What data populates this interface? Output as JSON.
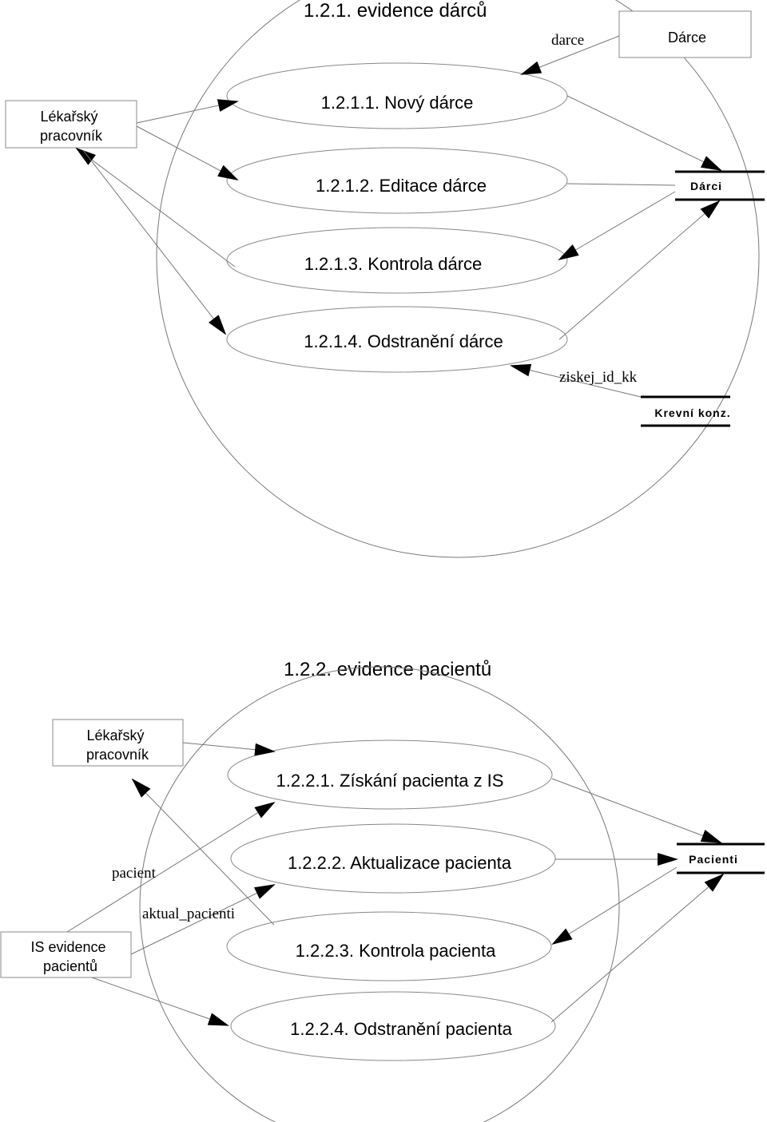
{
  "section1": {
    "title": "1.2.1. evidence dárců",
    "entities": {
      "medic": "Lékařský\npracovník",
      "donor": "Dárce"
    },
    "processes": [
      "1.2.1.1. Nový dárce",
      "1.2.1.2. Editace dárce",
      "1.2.1.3. Kontrola dárce",
      "1.2.1.4. Odstranění dárce"
    ],
    "stores": {
      "donors": "Dárci",
      "blood": "Krevní konz."
    },
    "flows": {
      "donor_flow": "darce",
      "blood_flow": "ziskej_id_kk"
    }
  },
  "section2": {
    "title": "1.2.2. evidence pacientů",
    "entities": {
      "medic": "Lékařský\npracovník",
      "is": "IS evidence\npacientů"
    },
    "processes": [
      "1.2.2.1. Získání pacienta z IS",
      "1.2.2.2. Aktualizace pacienta",
      "1.2.2.3. Kontrola pacienta",
      "1.2.2.4. Odstranění pacienta"
    ],
    "stores": {
      "patients": "Pacienti"
    },
    "flows": {
      "patient_flow": "pacient",
      "update_flow": "aktual_pacienti"
    }
  }
}
